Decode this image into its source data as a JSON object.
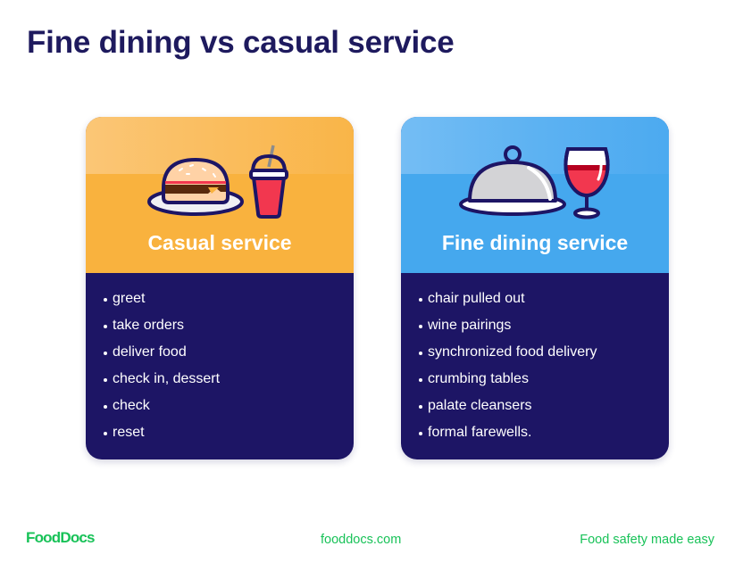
{
  "title": "Fine dining vs casual service",
  "cards": [
    {
      "id": "casual",
      "title": "Casual service",
      "header_color": "#f9b23e",
      "icons": [
        "burger-on-plate-icon",
        "soda-cup-icon"
      ],
      "items": [
        "greet",
        "take orders",
        "deliver food",
        "check in, dessert",
        "check",
        "reset"
      ]
    },
    {
      "id": "fine",
      "title": "Fine dining service",
      "header_color": "#45a8ee",
      "icons": [
        "cloche-platter-icon",
        "wine-glass-icon"
      ],
      "items": [
        "chair pulled out",
        "wine pairings",
        "synchronized food delivery",
        "crumbing tables",
        "palate cleansers",
        "formal farewells."
      ]
    }
  ],
  "colors": {
    "title": "#1e1a5e",
    "card_body": "#1d1565",
    "brand_green": "#18c258"
  },
  "footer": {
    "logo": "FoodDocs",
    "url": "fooddocs.com",
    "tagline": "Food safety made easy"
  }
}
